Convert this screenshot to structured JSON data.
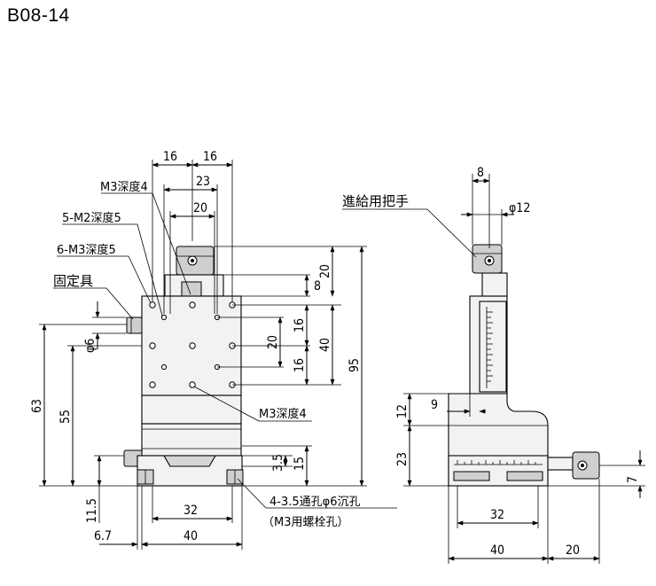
{
  "title": "B08-14",
  "labels": {
    "m3_depth4_top": "M3深度4",
    "m2_depth5": "5-M2深度5",
    "m3_depth5": "6-M3深度5",
    "fixture": "固定具",
    "m3_depth4_bottom": "M3深度4",
    "feed_handle": "進給用把手",
    "through_holes": "4-3.5通孔φ6沉孔",
    "bolt_note": "（M3用螺栓孔）"
  },
  "dimensions": {
    "front": {
      "top_16a": "16",
      "top_16b": "16",
      "top_23": "23",
      "top_20": "20",
      "right_20_upper": "20",
      "right_8": "8",
      "right_20_inner": "20",
      "right_16_upper": "16",
      "right_40": "40",
      "right_16_lower": "16",
      "right_95": "95",
      "right_3_5": "3.5",
      "right_15": "15",
      "left_phi6": "φ6",
      "left_63": "63",
      "left_55": "55",
      "left_11_5": "11.5",
      "bottom_32": "32",
      "bottom_40": "40",
      "bottom_6_7": "6.7"
    },
    "side": {
      "top_8": "8",
      "phi12": "φ12",
      "left_12": "12",
      "left_9": "9",
      "left_23": "23",
      "right_7": "7",
      "bottom_32": "32",
      "bottom_40": "40",
      "bottom_20": "20"
    }
  }
}
